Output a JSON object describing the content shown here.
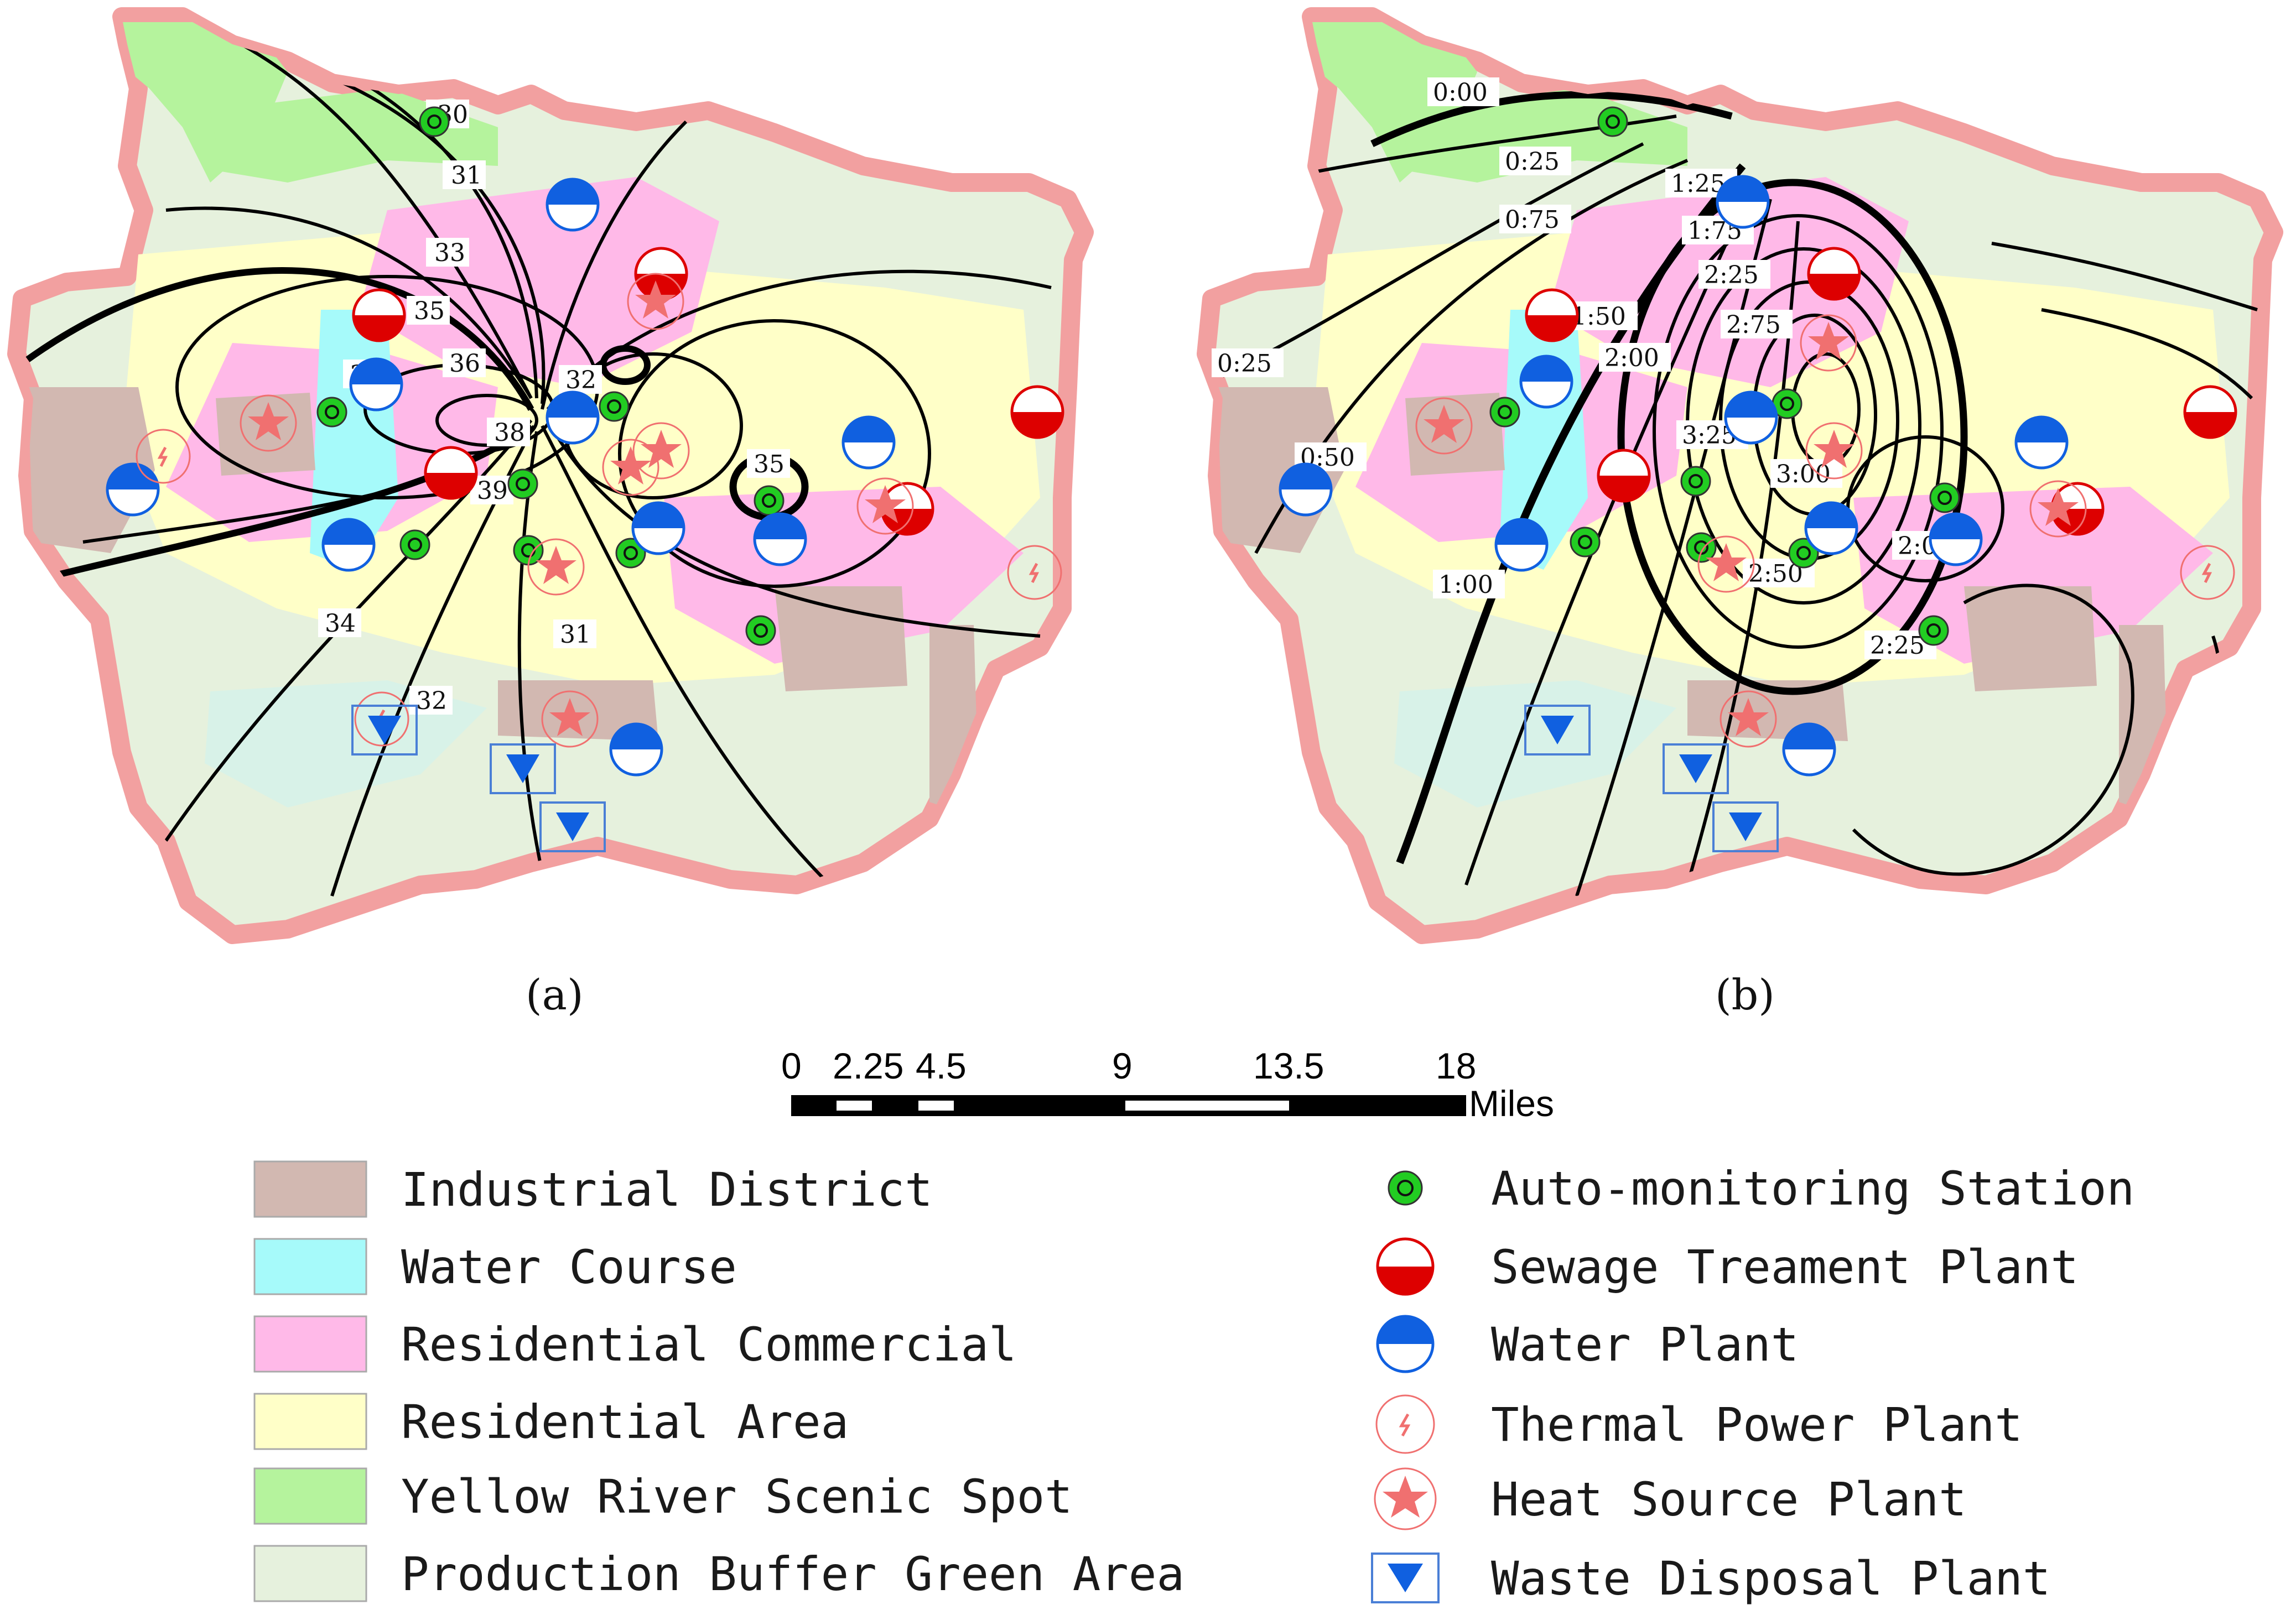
{
  "panels": [
    {
      "label": "(a)",
      "contour_labels": [
        "30",
        "31",
        "33",
        "35",
        "36",
        "37",
        "38",
        "39",
        "32",
        "35",
        "34",
        "32",
        "31"
      ]
    },
    {
      "label": "(b)",
      "contour_labels": [
        "0:00",
        "0:25",
        "0:75",
        "1:25",
        "1:75",
        "2:25",
        "2:75",
        "1:50",
        "2:00",
        "0:25",
        "0:50",
        "3:25",
        "3:00",
        "1:00",
        "2:50",
        "2:00",
        "2:25"
      ]
    }
  ],
  "scale_bar": {
    "ticks": [
      "0",
      "2.25",
      "4.5",
      "9",
      "13.5",
      "18"
    ],
    "unit": "Miles"
  },
  "legend": {
    "zones": [
      {
        "label": "Industrial District",
        "color": "#d2b8b1"
      },
      {
        "label": "Water Course",
        "color": "#a6fafa"
      },
      {
        "label": "Residential Commercial",
        "color": "#ffb9e8"
      },
      {
        "label": "Residential Area",
        "color": "#ffffc8"
      },
      {
        "label": "Yellow River Scenic Spot",
        "color": "#b5f39d"
      },
      {
        "label": "Production Buffer Green Area",
        "color": "#e6f1dd"
      }
    ],
    "facilities": [
      {
        "label": "Auto-monitoring Station",
        "icon": "auto-monitoring-station-icon"
      },
      {
        "label": "Sewage Treament Plant",
        "icon": "sewage-treatment-plant-icon"
      },
      {
        "label": "Water Plant",
        "icon": "water-plant-icon"
      },
      {
        "label": "Thermal Power Plant",
        "icon": "thermal-power-plant-icon"
      },
      {
        "label": "Heat Source Plant",
        "icon": "heat-source-plant-icon"
      },
      {
        "label": "Waste Disposal Plant",
        "icon": "waste-disposal-plant-icon"
      }
    ]
  },
  "colors": {
    "boundary": "#f2a0a0",
    "monitor_green": "#22cc22",
    "sewage_red": "#dd0000",
    "water_blue": "#1060e0",
    "heat_pink": "#f07070"
  }
}
